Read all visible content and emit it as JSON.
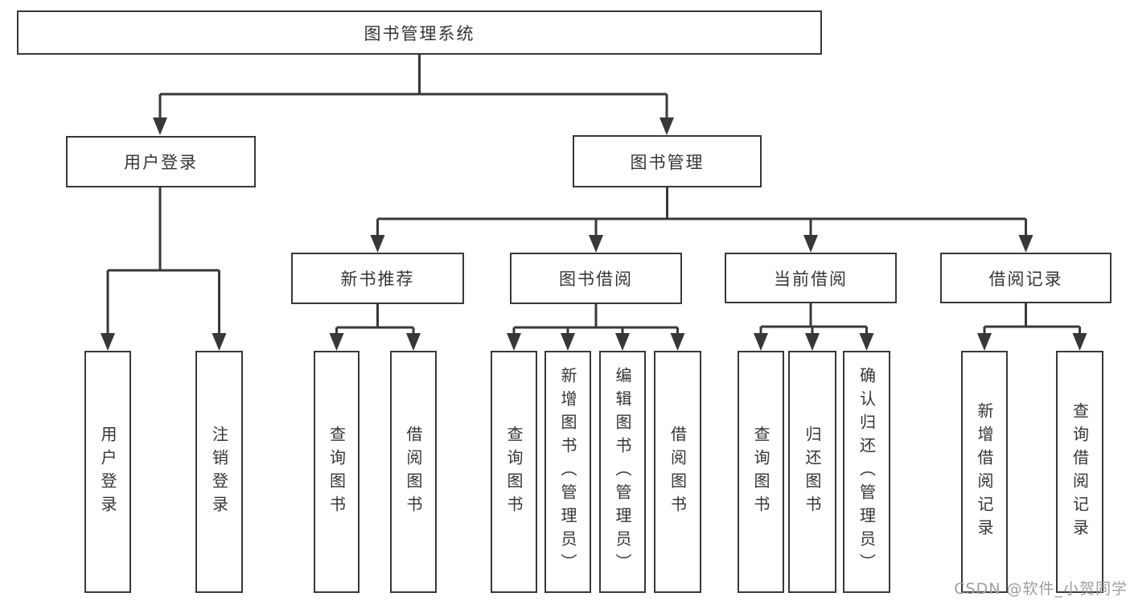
{
  "diagram_title": "图书管理系统",
  "tree": {
    "label": "图书管理系统",
    "children": [
      {
        "label": "用户登录",
        "children": [
          {
            "label": "用户登录"
          },
          {
            "label": "注销登录"
          }
        ]
      },
      {
        "label": "图书管理",
        "children": [
          {
            "label": "新书推荐",
            "children": [
              {
                "label": "查询图书"
              },
              {
                "label": "借阅图书"
              }
            ]
          },
          {
            "label": "图书借阅",
            "children": [
              {
                "label": "查询图书"
              },
              {
                "label": "新增图书（管理员）"
              },
              {
                "label": "编辑图书（管理员）"
              },
              {
                "label": "借阅图书"
              }
            ]
          },
          {
            "label": "当前借阅",
            "children": [
              {
                "label": "查询图书"
              },
              {
                "label": "归还图书"
              },
              {
                "label": "确认归还（管理员）"
              }
            ]
          },
          {
            "label": "借阅记录",
            "children": [
              {
                "label": "新增借阅记录"
              },
              {
                "label": "查询借阅记录"
              }
            ]
          }
        ]
      }
    ]
  },
  "watermark": {
    "text": "CSDN @软件_小贺同学"
  },
  "colors": {
    "background": "#ffffff",
    "line": "#383838",
    "box_border": "#383838",
    "box_fill": "#ffffff",
    "text": "#353535",
    "watermark": "#9e9e9e"
  }
}
